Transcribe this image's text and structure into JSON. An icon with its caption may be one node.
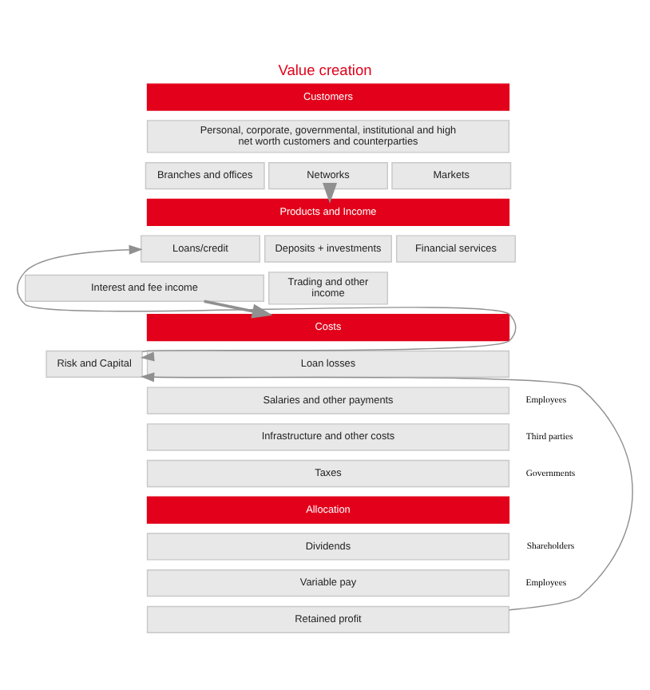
{
  "diagram": {
    "title": "Value creation",
    "nodes": [
      {
        "text": [
          "Customers"
        ]
      },
      {
        "text": [
          "Personal, corporate, governmental, institutional and high net worth customers and counterparties"
        ]
      },
      {
        "text": [
          "Branches and offices"
        ]
      },
      {
        "text": [
          "Networks"
        ]
      },
      {
        "text": [
          "Markets"
        ]
      },
      {
        "text": [
          "Products and Income"
        ]
      },
      {
        "text": [
          "Loans/credit"
        ]
      },
      {
        "text": [
          "Deposits + investments"
        ]
      },
      {
        "text": [
          "Financial services"
        ]
      },
      {
        "text": [
          "Interest and fee income"
        ]
      },
      {
        "text": [
          "Trading and other income"
        ]
      },
      {
        "text": [
          "Costs"
        ]
      },
      {
        "text": [
          "Loan losses"
        ]
      },
      {
        "text": [
          "Salaries and other payments"
        ],
        "beside": [
          "Employees"
        ]
      },
      {
        "text": [
          "Infrastructure and other costs"
        ],
        "beside": [
          "Third parties"
        ]
      },
      {
        "text": [
          "Taxes"
        ],
        "beside": [
          "Governments"
        ]
      },
      {
        "text": [
          "Allocation"
        ]
      },
      {
        "text": [
          "Dividends"
        ],
        "beside": [
          "Shareholders"
        ]
      },
      {
        "text": [
          "Variable pay"
        ],
        "beside": [
          "Employees"
        ]
      },
      {
        "text": [
          "Retained profit"
        ]
      },
      {
        "text": [
          "Risk and Capital"
        ]
      }
    ],
    "edges": [
      {
        "from": 3,
        "to": 5,
        "arrow": "to"
      },
      {
        "from": 9,
        "to": 11,
        "arrow": "to"
      },
      {
        "from": 12,
        "to": 20,
        "arrow": "to"
      },
      {
        "from": 19,
        "to": 20,
        "arrow": "to"
      },
      {
        "from": 20,
        "to": 6,
        "arrow": "to"
      }
    ]
  }
}
